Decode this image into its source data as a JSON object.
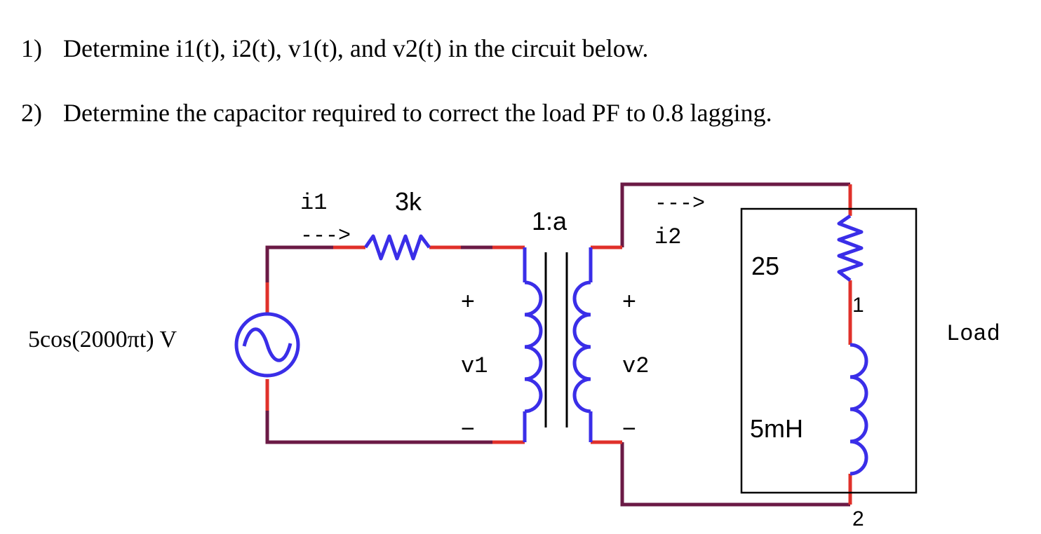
{
  "questions": [
    {
      "number": "1)",
      "text": "Determine i1(t), i2(t), v1(t), and v2(t) in the circuit below."
    },
    {
      "number": "2)",
      "text": "Determine the capacitor required to correct the load PF to 0.8 lagging."
    }
  ],
  "circuit": {
    "source_label": "5cos(2000πt) V",
    "i1_label": "i1",
    "i1_arrow": "--->",
    "resistor_label": "3k",
    "turns_ratio": "1:a",
    "i2_arrow": "--->",
    "i2_label": "i2",
    "v1_plus": "+",
    "v1_label": "v1",
    "v1_minus": "−",
    "v2_plus": "+",
    "v2_label": "v2",
    "v2_minus": "−",
    "load_resistor_label": "25",
    "node1_label": "1",
    "load_inductor_label": "5mH",
    "node2_label": "2",
    "load_label": "Load"
  },
  "colors": {
    "wire": "#6b1a45",
    "terminal": "#e0302a",
    "component": "#3a2ee8",
    "core": "#000000"
  }
}
